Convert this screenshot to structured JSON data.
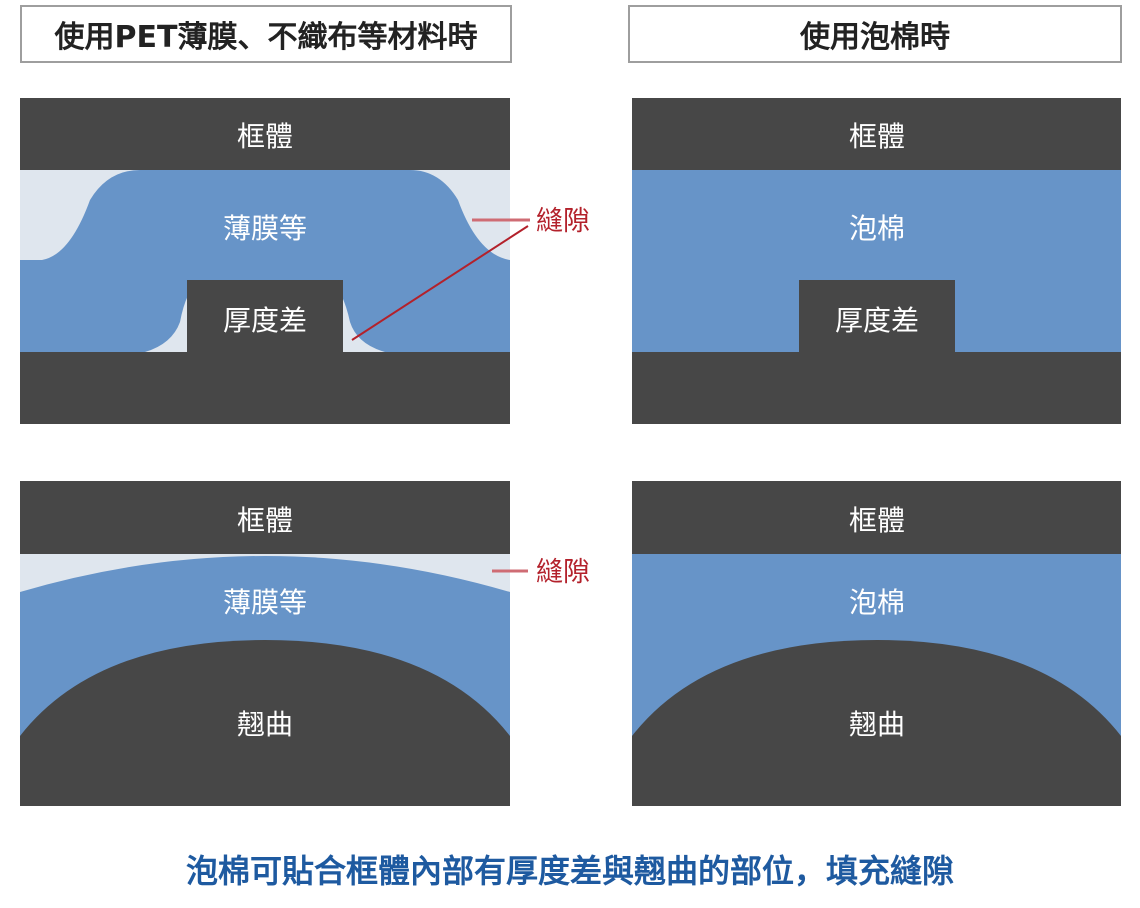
{
  "headers": {
    "left": "使用PET薄膜、不織布等材料時",
    "right": "使用泡棉時"
  },
  "labels": {
    "frame": "框體",
    "film": "薄膜等",
    "foam": "泡棉",
    "step": "厚度差",
    "warp": "翹曲",
    "gap": "縫隙"
  },
  "caption": "泡棉可貼合框體內部有厚度差與翹曲的部位，填充縫隙",
  "colors": {
    "frame": "#474747",
    "material": "#6794c8",
    "gap_fill": "#dfe6ee",
    "gap_label": "#b3212b",
    "caption": "#1e5aa0"
  }
}
